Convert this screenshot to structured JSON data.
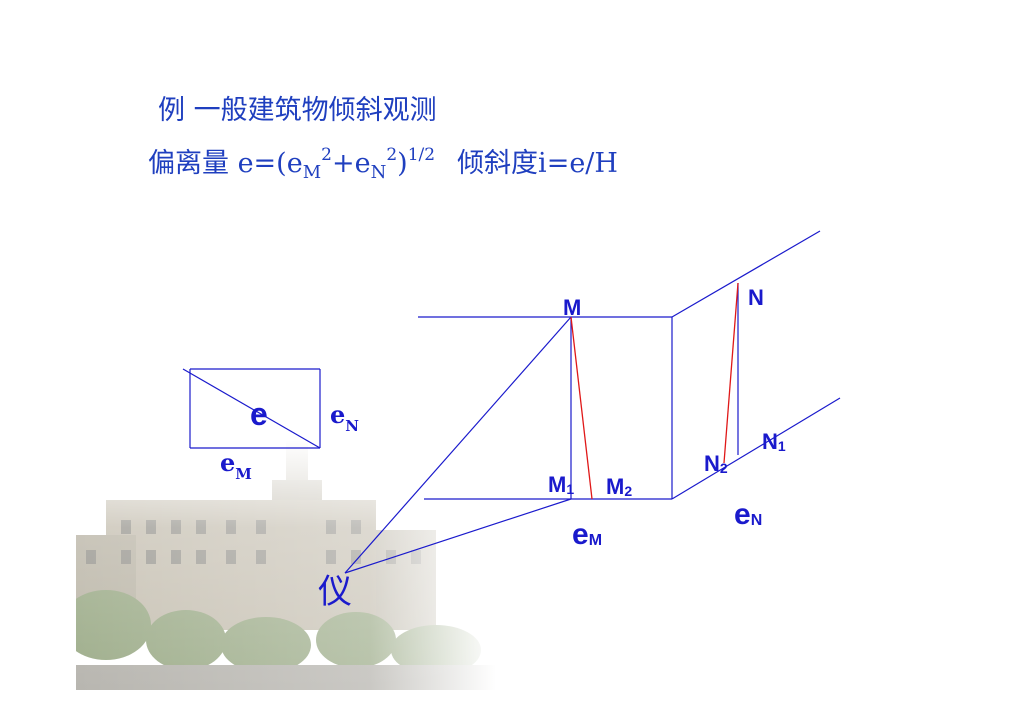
{
  "heading": {
    "line1": "例  一般建筑物倾斜观测",
    "line2": {
      "prefix": "偏离量 e=(e",
      "sub_m": "M",
      "sup_2a": "2",
      "mid": "+e",
      "sub_n": "N",
      "sup_2b": "2",
      "close": ")",
      "sup_half": "1/2",
      "suffix": "倾斜度i=e/H"
    }
  },
  "inset": {
    "e": "e",
    "eN": "e",
    "eN_sub": "N",
    "eM": "e",
    "eM_sub": "M"
  },
  "points": {
    "M": "M",
    "N": "N",
    "M1": "M",
    "M1_sub": "1",
    "M2": "M",
    "M2_sub": "2",
    "N1": "N",
    "N1_sub": "1",
    "N2": "N",
    "N2_sub": "2",
    "eM": "e",
    "eM_sub": "M",
    "eN": "e",
    "eN_sub": "N",
    "instrument": "仪"
  },
  "colors": {
    "blue_lines": "#1a1acc",
    "red_lines": "#e01818",
    "text": "#1f3fbf"
  }
}
